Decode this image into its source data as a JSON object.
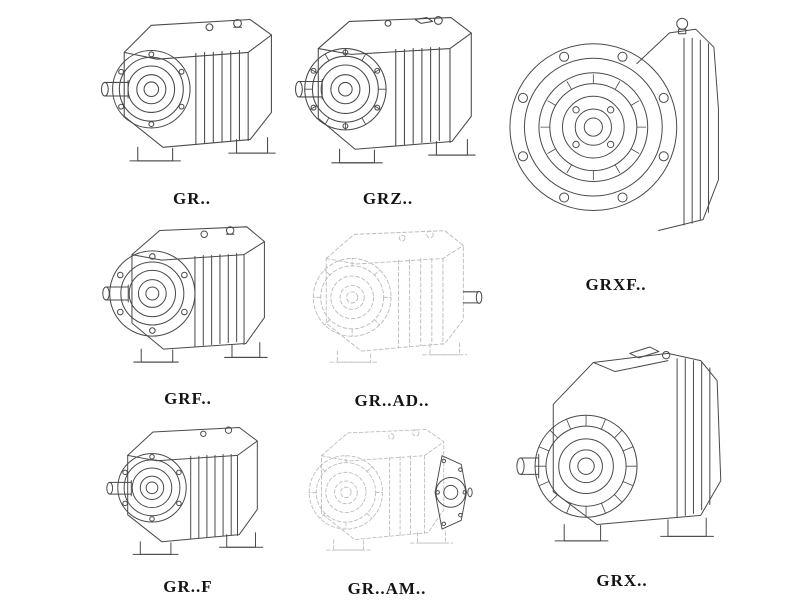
{
  "figures": {
    "gr": {
      "label": "GR.."
    },
    "grz": {
      "label": "GRZ.."
    },
    "grxf": {
      "label": "GRXF.."
    },
    "grf": {
      "label": "GRF.."
    },
    "grad": {
      "label": "GR..AD.."
    },
    "gr_f": {
      "label": "GR..F"
    },
    "gram": {
      "label": "GR..AM.."
    },
    "grx": {
      "label": "GRX.."
    }
  },
  "colors": {
    "line": "#4a4a4a",
    "ghost": "#bcbcbc",
    "background": "#ffffff"
  }
}
